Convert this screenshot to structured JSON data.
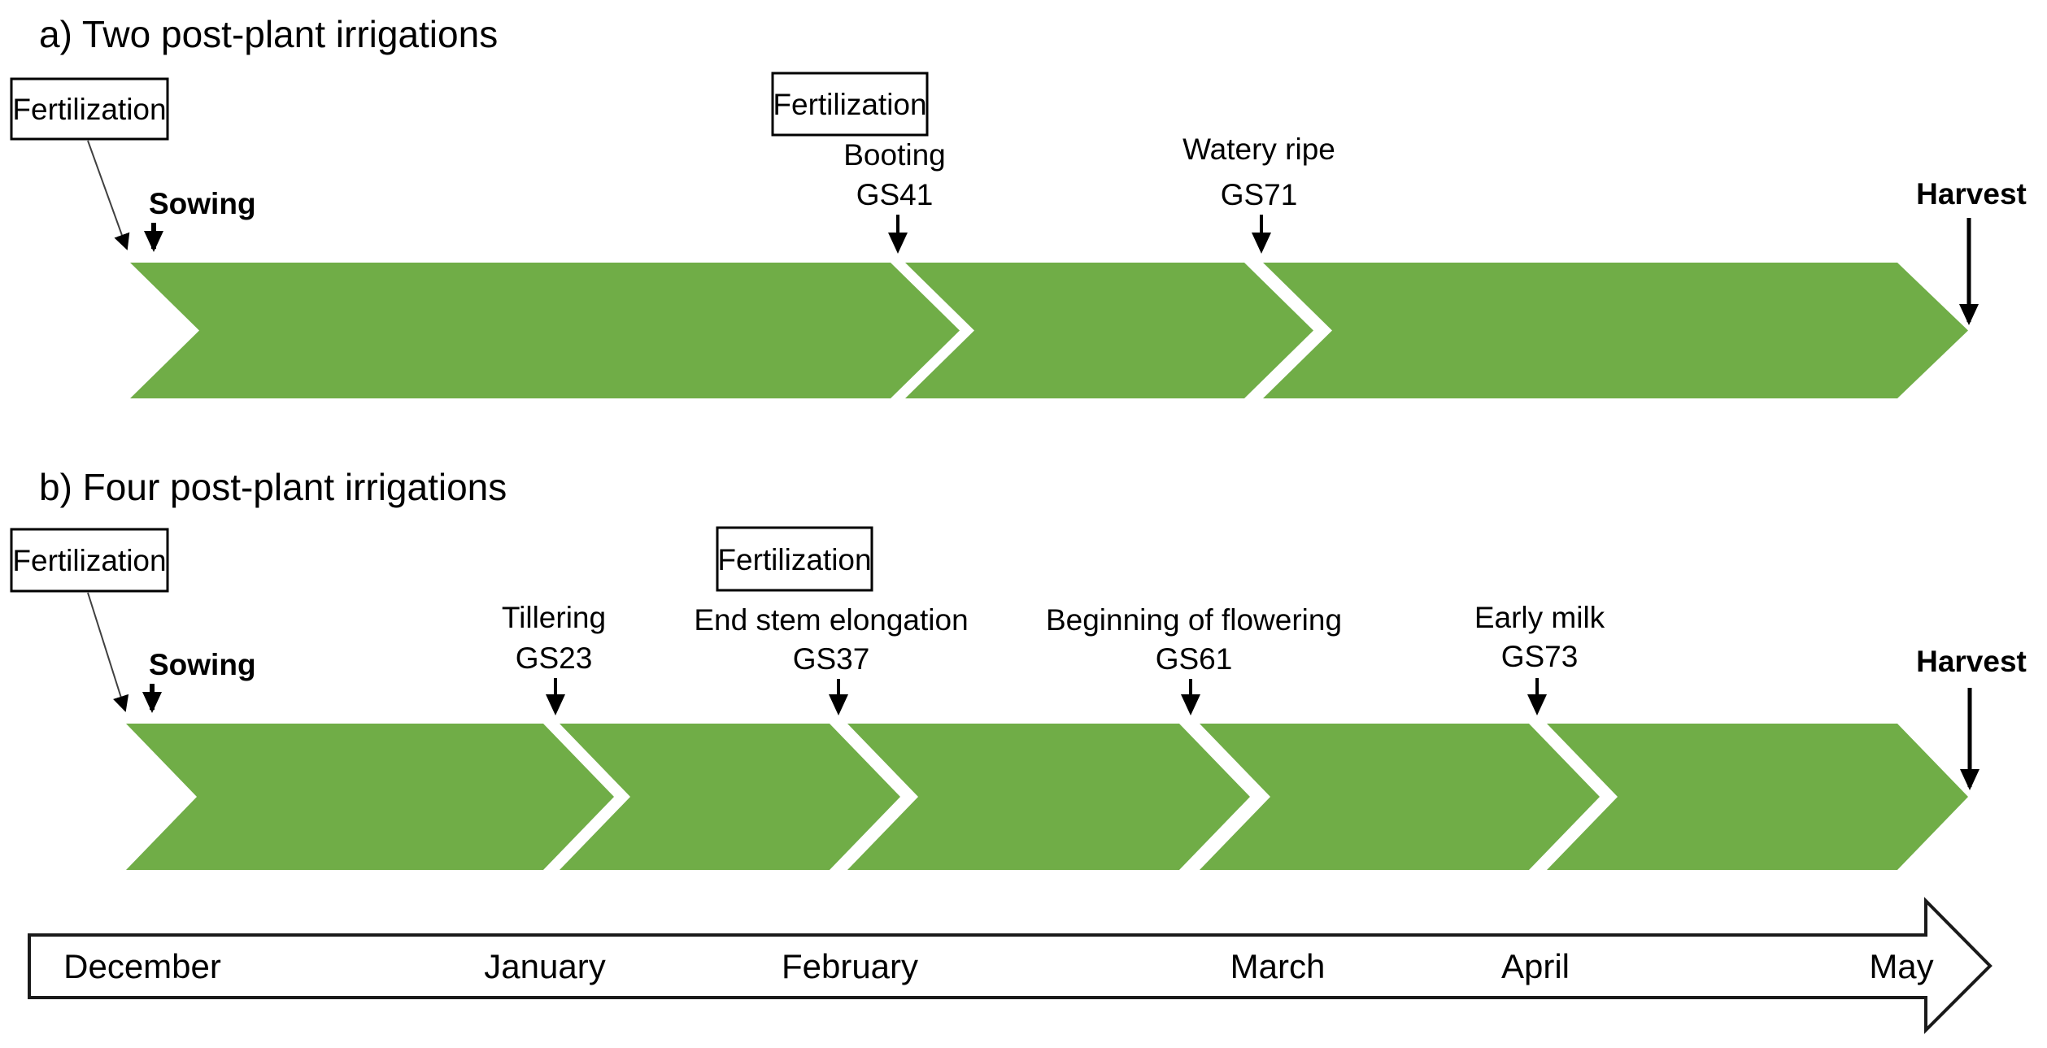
{
  "colors": {
    "green": "#70AD47",
    "ink": "#000000"
  },
  "panel_a": {
    "title": "a) Two post-plant irrigations",
    "fertilization_label_1": "Fertilization",
    "fertilization_label_2": "Fertilization",
    "sowing_label": "Sowing",
    "harvest_label": "Harvest",
    "stages": [
      {
        "name": "Booting",
        "code": "GS41"
      },
      {
        "name": "Watery ripe",
        "code": "GS71"
      }
    ]
  },
  "panel_b": {
    "title": "b) Four post-plant irrigations",
    "fertilization_label_1": "Fertilization",
    "fertilization_label_2": "Fertilization",
    "sowing_label": "Sowing",
    "harvest_label": "Harvest",
    "stages": [
      {
        "name": "Tillering",
        "code": "GS23"
      },
      {
        "name": "End stem elongation",
        "code": "GS37"
      },
      {
        "name": "Beginning of flowering",
        "code": "GS61"
      },
      {
        "name": "Early milk",
        "code": "GS73"
      }
    ]
  },
  "timeline": {
    "months": [
      "December",
      "January",
      "February",
      "March",
      "April",
      "May"
    ]
  }
}
